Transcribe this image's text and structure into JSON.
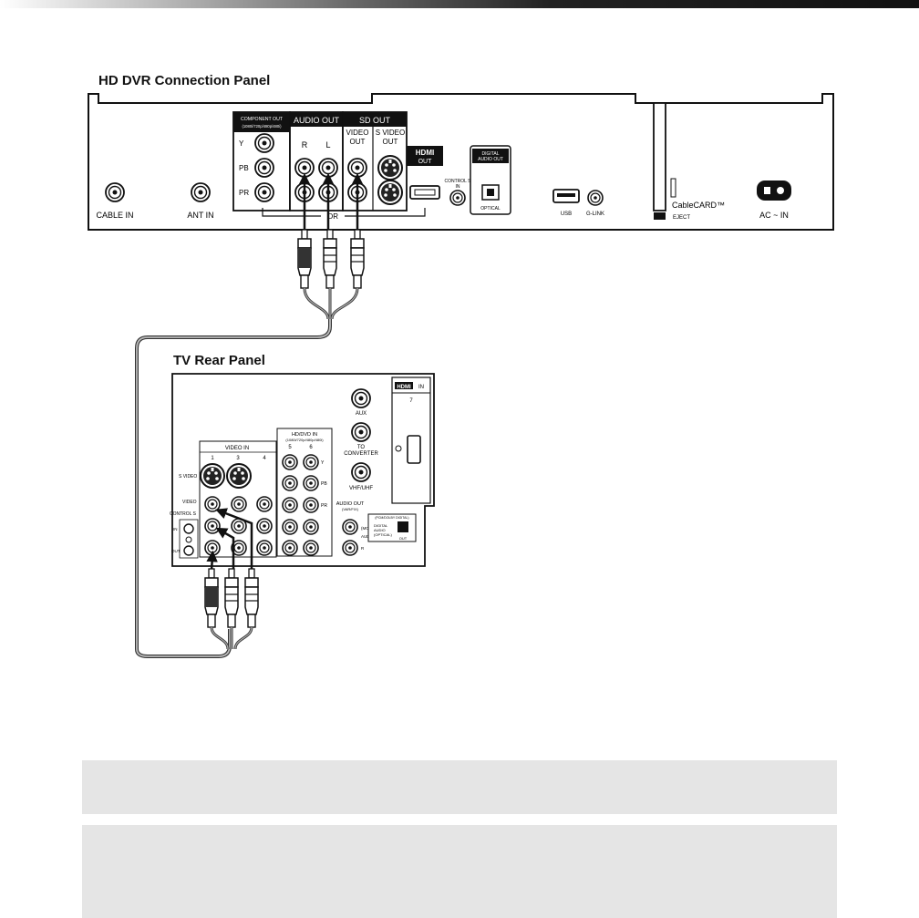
{
  "dvr_panel": {
    "title": "HD DVR Connection Panel",
    "component_out": "COMPONENT OUT",
    "component_res": "(1080i/720p/480p/480i)",
    "y_label": "Y",
    "pb_label": "PB",
    "pr_label": "PR",
    "audio_out": "AUDIO OUT",
    "r_label": "R",
    "l_label": "L",
    "sd_out": "SD OUT",
    "video_out_1": "VIDEO",
    "video_out_2": "OUT",
    "s_video_out_1": "S VIDEO",
    "s_video_out_2": "OUT",
    "hdmi_out_1": "HDMI",
    "hdmi_out_2": "OUT",
    "or_label": "OR",
    "control_s_in_1": "CONTROL S",
    "control_s_in_2": "IN",
    "digital_audio_out_1": "DIGITAL",
    "digital_audio_out_2": "AUDIO OUT",
    "optical": "OPTICAL",
    "usb": "USB",
    "g_link": "G-LINK",
    "cablecard": "CableCARD™",
    "eject": "EJECT",
    "ac_in": "AC ~ IN",
    "cable_in": "CABLE IN",
    "ant_in": "ANT IN"
  },
  "tv_panel": {
    "title": "TV Rear Panel",
    "hdmi_in": "HDMI",
    "hdmi_in_suffix": "IN",
    "hdmi_num": "7",
    "aux": "AUX",
    "to_converter_1": "TO",
    "to_converter_2": "CONVERTER",
    "vhf_uhf": "VHF/UHF",
    "hd_dvd_in": "HD/DVD IN",
    "hd_dvd_res": "(1080i/720p/480p/480i)",
    "video_in": "VIDEO IN",
    "in_1": "1",
    "in_3": "3",
    "in_4": "4",
    "in_5": "5",
    "in_6": "6",
    "s_video": "S VIDEO",
    "video": "VIDEO",
    "control_s": "CONTROL S",
    "in": "IN",
    "out": "OUT",
    "audio_out": "AUDIO OUT",
    "audio_out_sub": "(VAR/FIX)",
    "mono": "(MONO)",
    "audio": "AUDIO",
    "r": "R",
    "y": "Y",
    "pb": "PB",
    "pr": "PR",
    "pcm_dolby": "(PCM/DOLBY DIGITAL)",
    "digital_audio_1": "DIGITAL",
    "digital_audio_2": "AUDIO",
    "digital_audio_3": "(OPTICAL)",
    "digital_out": "OUT"
  }
}
